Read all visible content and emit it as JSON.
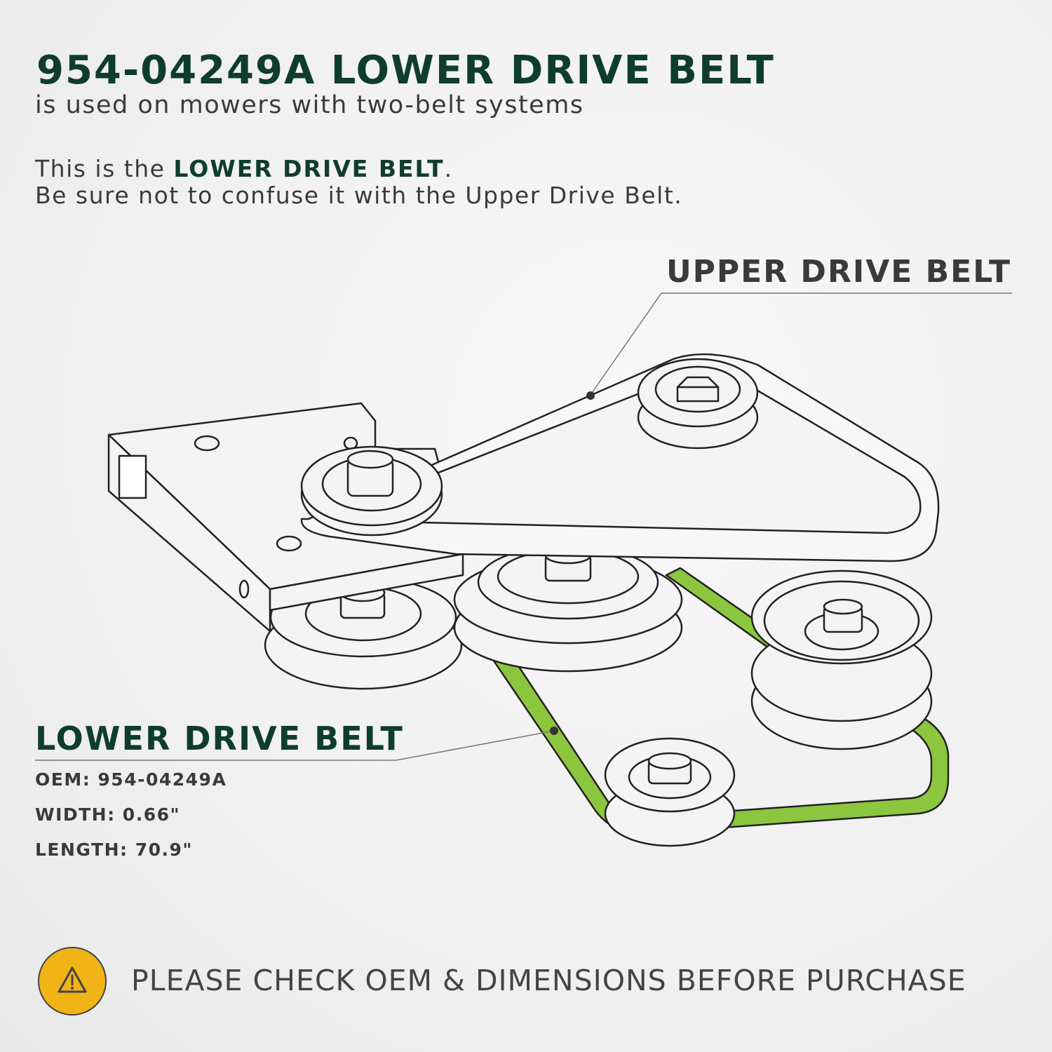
{
  "header": {
    "title": "954-04249A LOWER DRIVE BELT",
    "subtitle": "is used on mowers with two-belt systems"
  },
  "note": {
    "line1_prefix": "This is the ",
    "line1_emphasis": "LOWER DRIVE BELT",
    "line1_suffix": ".",
    "line2": "Be sure not to confuse it with the Upper Drive Belt."
  },
  "callouts": {
    "upper": "UPPER DRIVE BELT",
    "lower": "LOWER DRIVE BELT"
  },
  "specs": {
    "oem": "OEM: 954-04249A",
    "width": "WIDTH: 0.66\"",
    "length": "LENGTH: 70.9\""
  },
  "warning": {
    "icon": "warning-triangle-icon",
    "text": "PLEASE CHECK OEM & DIMENSIONS BEFORE PURCHASE"
  },
  "colors": {
    "title_green": "#0f3d2c",
    "belt_green": "#8cc63f",
    "warning_yellow": "#f1b417"
  }
}
